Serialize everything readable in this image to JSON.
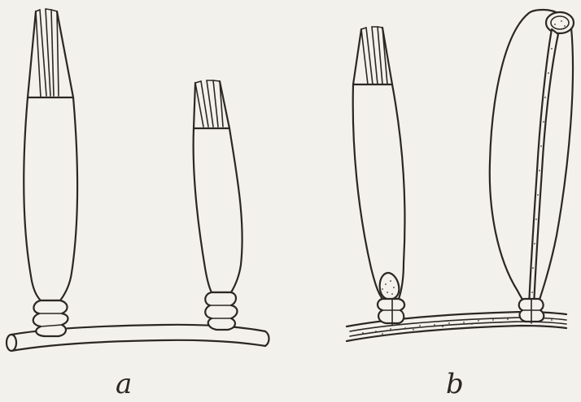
{
  "figure": {
    "panels": [
      {
        "id": "a",
        "label": "a"
      },
      {
        "id": "b",
        "label": "b"
      }
    ]
  },
  "colors": {
    "ink": "#2b2724",
    "paper": "#f3f1ec"
  }
}
